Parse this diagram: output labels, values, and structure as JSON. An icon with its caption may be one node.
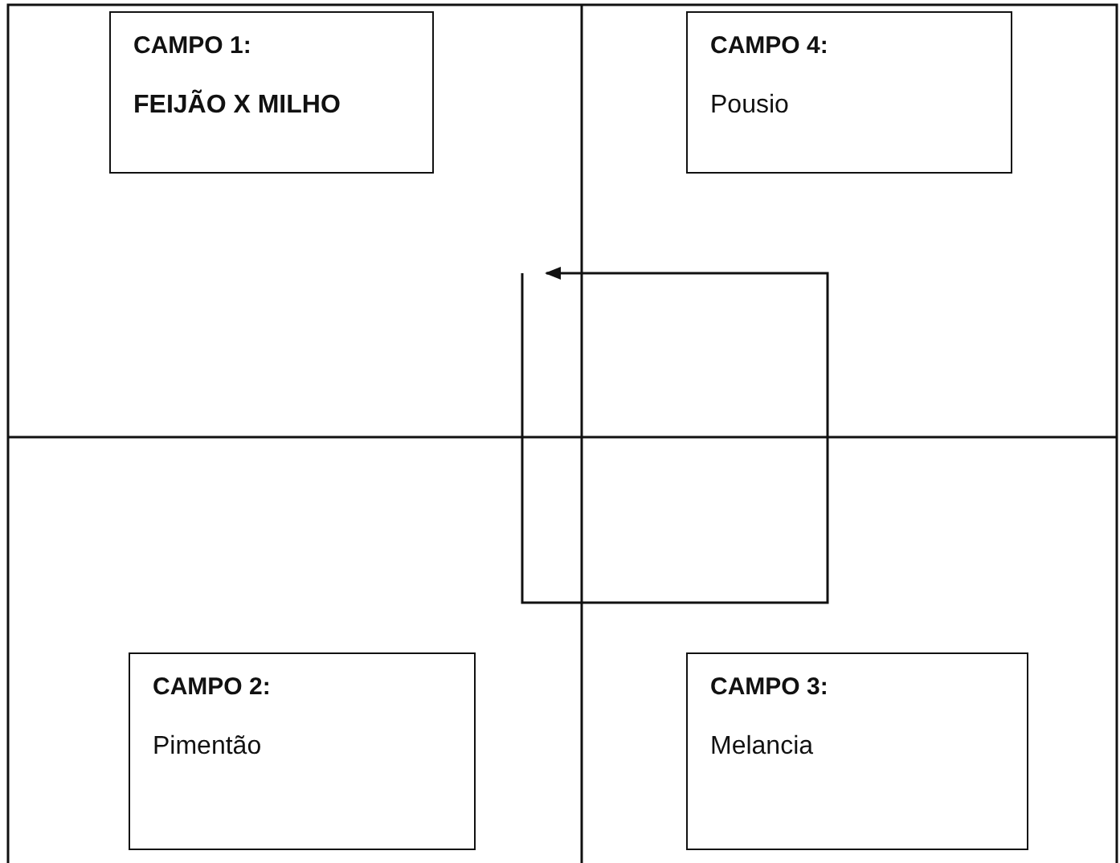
{
  "diagram": {
    "nodes": [
      {
        "text": [
          "CAMPO 1:",
          "FEIJÃO X MILHO"
        ]
      },
      {
        "text": [
          "CAMPO 4:",
          "Pousio"
        ]
      },
      {
        "text": [
          "CAMPO 2:",
          "Pimentão"
        ]
      },
      {
        "text": [
          "CAMPO 3:",
          "Melancia"
        ]
      }
    ]
  }
}
